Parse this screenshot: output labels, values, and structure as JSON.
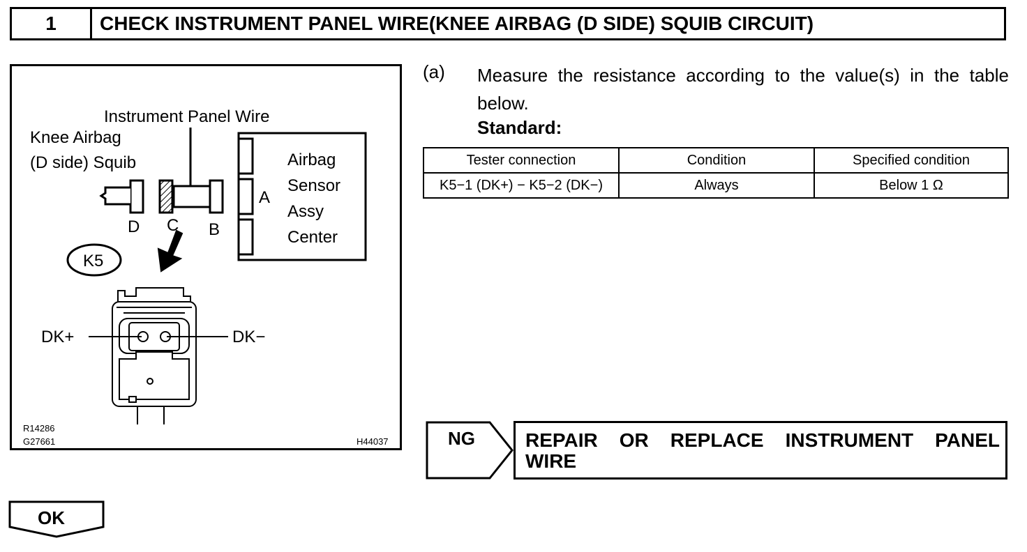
{
  "header": {
    "step_number": "1",
    "title": "CHECK INSTRUMENT PANEL WIRE(KNEE AIRBAG (D SIDE) SQUIB CIRCUIT)"
  },
  "figure": {
    "label_wire": "Instrument Panel Wire",
    "label_squib_line1": "Knee Airbag",
    "label_squib_line2": "(D side) Squib",
    "label_sensor_1": "Airbag",
    "label_sensor_2": "Sensor",
    "label_sensor_3": "Assy",
    "label_sensor_4": "Center",
    "conn_a": "A",
    "conn_b": "B",
    "conn_c": "C",
    "conn_d": "D",
    "conn_k5": "K5",
    "pin_plus": "DK+",
    "pin_minus": "DK−",
    "code_1": "R14286",
    "code_2": "G27661",
    "code_3": "H44037"
  },
  "instructions": {
    "step_label": "(a)",
    "step_text": "Measure the resistance according to the value(s) in the table below.",
    "standard_label": "Standard:"
  },
  "table": {
    "headers": [
      "Tester connection",
      "Condition",
      "Specified condition"
    ],
    "rows": [
      [
        "K5−1 (DK+) − K5−2 (DK−)",
        "Always",
        "Below 1 Ω"
      ]
    ]
  },
  "ng": {
    "label": "NG",
    "action_line1": "REPAIR OR REPLACE INSTRUMENT PANEL",
    "action_line2": "WIRE"
  },
  "ok": {
    "label": "OK"
  }
}
